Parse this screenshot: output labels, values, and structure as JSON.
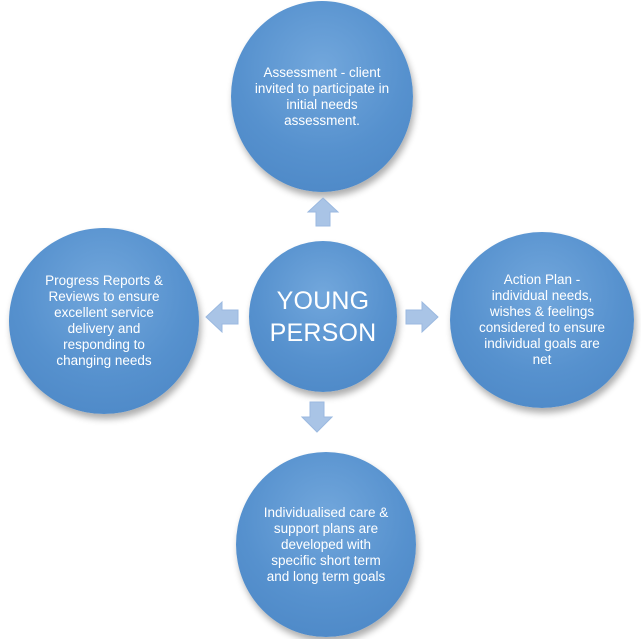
{
  "diagram": {
    "center": "YOUNG PERSON",
    "top": "Assessment - client invited to participate in initial needs assessment.",
    "right": "Action Plan - individual needs, wishes & feelings considered to ensure individual goals are net",
    "bottom": "Individualised care & support plans  are developed  with specific short term and long term goals",
    "left": "Progress Reports & Reviews to ensure excellent service delivery and responding to changing needs"
  },
  "colors": {
    "node_fill": "#5691ce",
    "arrow_fill": "#a9c4e6",
    "text": "#ffffff"
  }
}
